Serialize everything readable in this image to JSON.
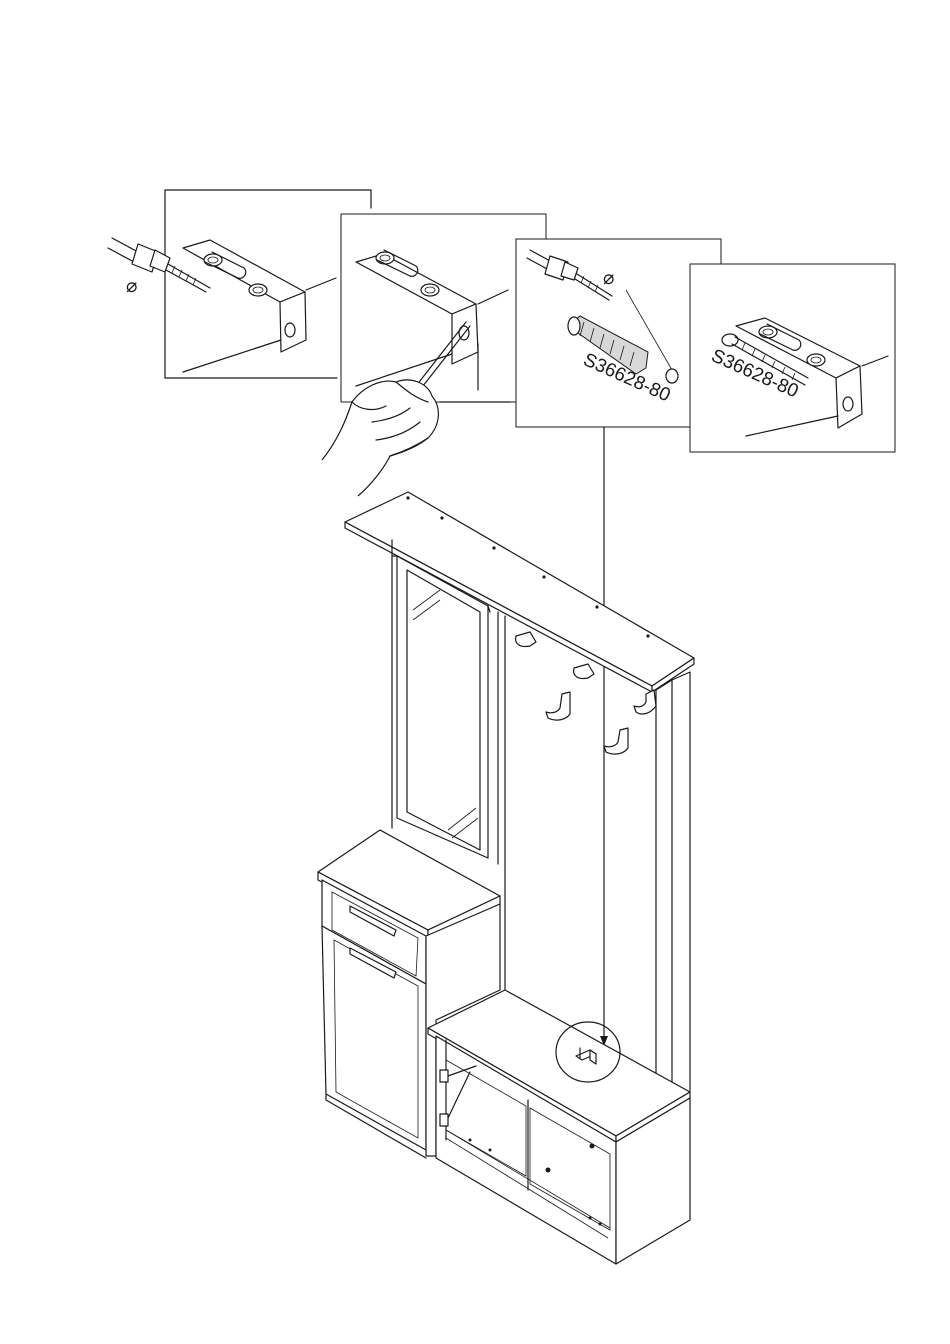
{
  "figure": {
    "panels": [
      {
        "id": "step-1",
        "tool_symbol": "⌀"
      },
      {
        "id": "step-2"
      },
      {
        "id": "step-3",
        "tool_symbol": "⌀",
        "part_label": "S36628-80"
      },
      {
        "id": "step-4",
        "part_label": "S36628-80"
      }
    ]
  }
}
